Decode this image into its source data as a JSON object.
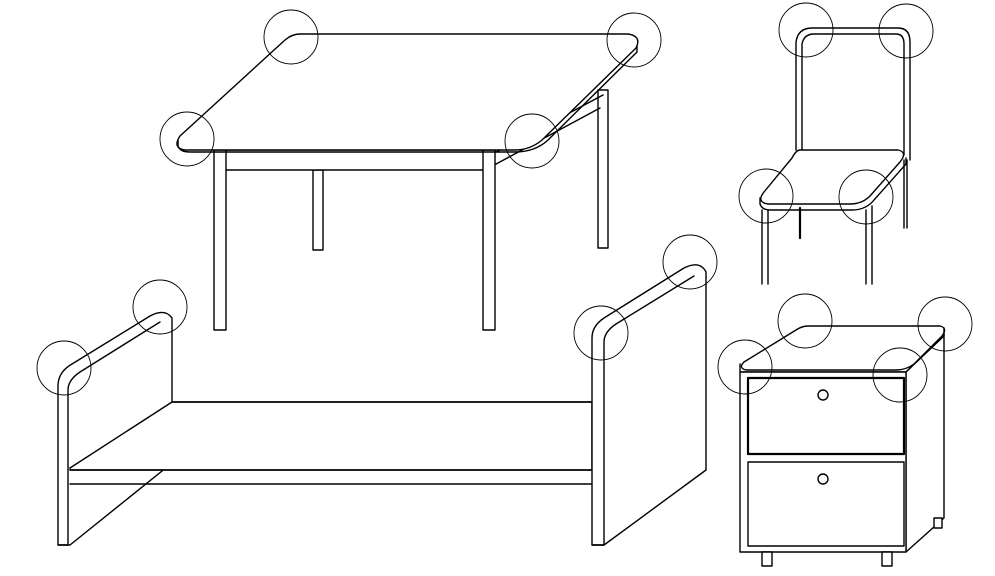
{
  "colors": {
    "background": "#ffffff",
    "line": "#000000"
  },
  "figure": {
    "objects": [
      "table",
      "chair",
      "bed",
      "nightstand"
    ],
    "highlight": "rounded corners"
  }
}
